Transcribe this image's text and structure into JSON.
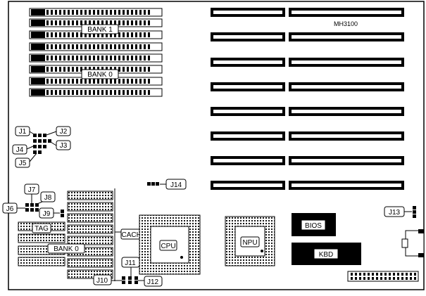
{
  "board": {
    "model": "MH3100",
    "simm_banks": {
      "bank1": "BANK 1",
      "bank0": "BANK 0"
    },
    "cache": {
      "label": "CACHE",
      "tag": "TAG",
      "bank0": "BANK 0"
    },
    "chips": {
      "cpu": "CPU",
      "npu": "NPU",
      "bios": "BIOS",
      "kbd": "KBD"
    },
    "jumpers": {
      "j1": "J1",
      "j2": "J2",
      "j3": "J3",
      "j4": "J4",
      "j5": "J5",
      "j6": "J6",
      "j7": "J7",
      "j8": "J8",
      "j9": "J9",
      "j10": "J10",
      "j11": "J11",
      "j12": "J12",
      "j13": "J13",
      "j14": "J14"
    }
  }
}
